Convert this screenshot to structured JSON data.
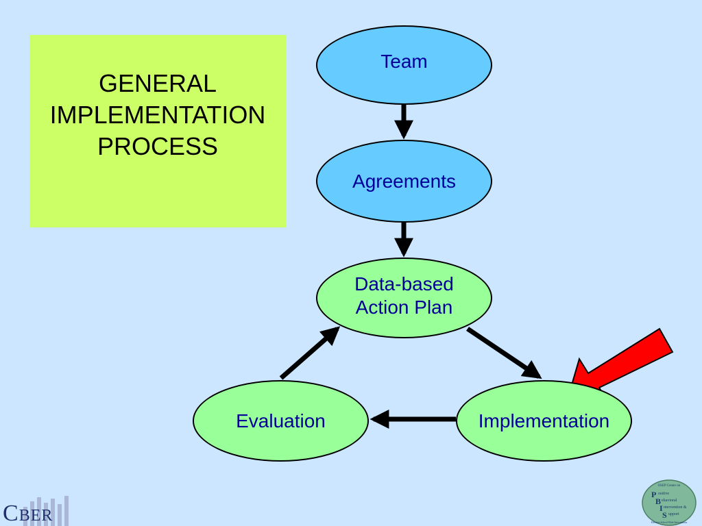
{
  "title": "GENERAL\nIMPLEMENTATION\nPROCESS",
  "nodes": {
    "team": "Team",
    "agreements": "Agreements",
    "data_plan": "Data-based\nAction Plan",
    "implementation": "Implementation",
    "evaluation": "Evaluation"
  },
  "colors": {
    "background": "#cce6ff",
    "title_box": "#ccff66",
    "node_blue": "#66ccff",
    "node_green": "#99ff99",
    "node_text": "#000099",
    "highlight_arrow": "#ff0000"
  },
  "logos": {
    "cber": "CBER",
    "pbis": "OSEP Center on Positive Behavioral Intervention & Support — Effective School-Wide Interventions"
  }
}
